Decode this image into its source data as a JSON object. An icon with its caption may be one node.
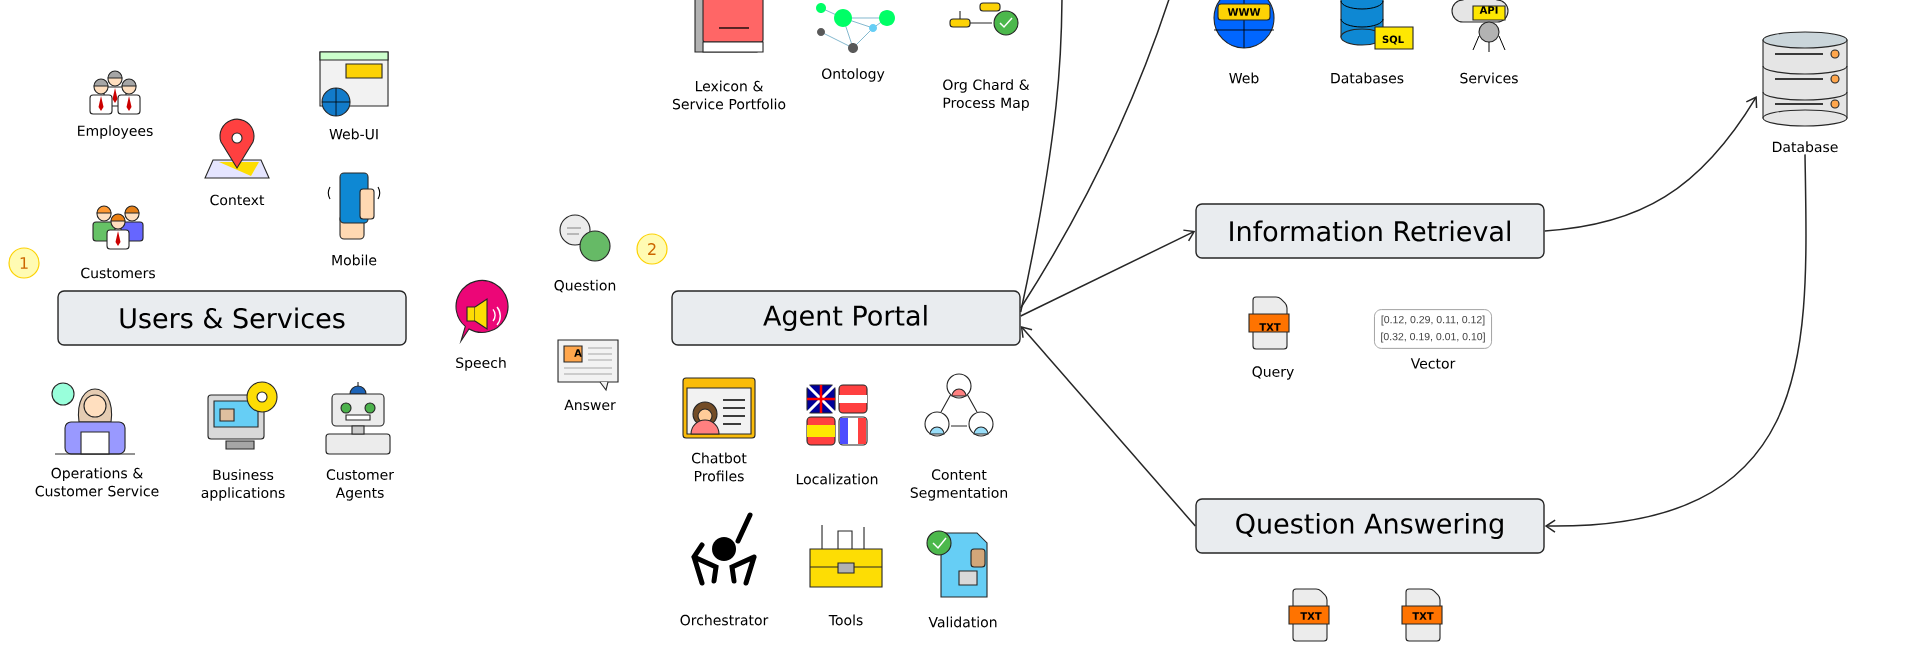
{
  "diagram": {
    "nodes": [
      {
        "text": [
          "Users & Services"
        ]
      },
      {
        "text": [
          "Agent Portal"
        ]
      },
      {
        "text": [
          "Information Retrieval"
        ]
      },
      {
        "text": [
          "Database"
        ]
      },
      {
        "text": [
          "[0.12, 0.29, 0.11, 0.12]",
          "[0.32, 0.19, 0.01, 0.10]"
        ],
        "beside": [
          "Vector"
        ]
      },
      {
        "text": [
          "Question Answering"
        ]
      }
    ],
    "edges": [
      {
        "from": 1,
        "to": null,
        "arrow": "none"
      },
      {
        "from": 1,
        "to": null,
        "arrow": "none"
      },
      {
        "from": 1,
        "to": 2,
        "arrow": "to"
      },
      {
        "from": 5,
        "to": 1,
        "arrow": "to"
      },
      {
        "from": 2,
        "to": 3,
        "arrow": "to"
      },
      {
        "from": 3,
        "to": 5,
        "arrow": "to"
      }
    ],
    "labels": [
      "1",
      "Employees",
      "Web-UI",
      "Context",
      "Customers",
      "Mobile",
      "Operations & Customer Service",
      "Business applications",
      "Customer Agents",
      "Speech",
      "Question",
      "A",
      "Answer",
      "2",
      "Lexicon & Service Portfolio",
      "Ontology",
      "Org Chard & Process Map",
      "Chatbot Profiles",
      "Localization",
      "Content Segmentation",
      "Orchestrator",
      "Tools",
      "Validation",
      "WWW",
      "SQL",
      "API",
      "Web",
      "Databases",
      "Services",
      "TXT",
      "Query",
      "TXT",
      "TXT"
    ]
  }
}
